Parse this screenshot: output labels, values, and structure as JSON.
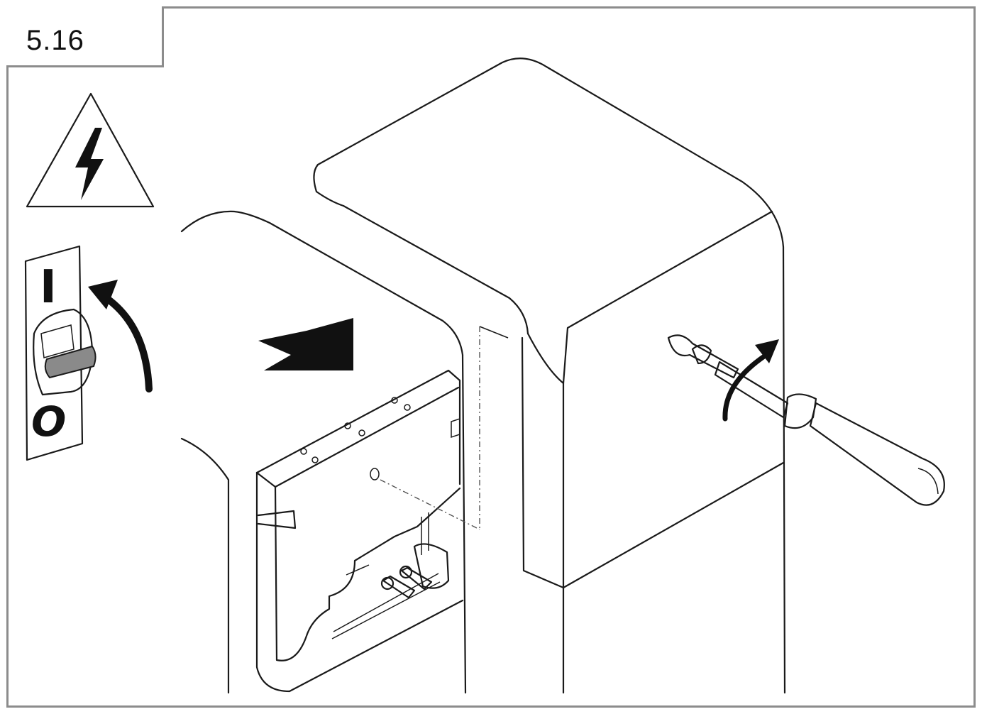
{
  "figure": {
    "step_number": "5.16"
  },
  "switch": {
    "on_label": "I",
    "off_label": "O"
  },
  "icons": {
    "warning": "electrical-hazard-warning-icon",
    "switch": "power-switch-icon",
    "push_arrow": "push-direction-arrow-icon",
    "rotate_arrow": "rotate-arrow-icon",
    "screwdriver": "screwdriver-icon"
  },
  "colors": {
    "line": "#1a1a1a",
    "frame": "#8c8c8c",
    "switch_lever": "#8a8a8a",
    "background": "#ffffff"
  }
}
